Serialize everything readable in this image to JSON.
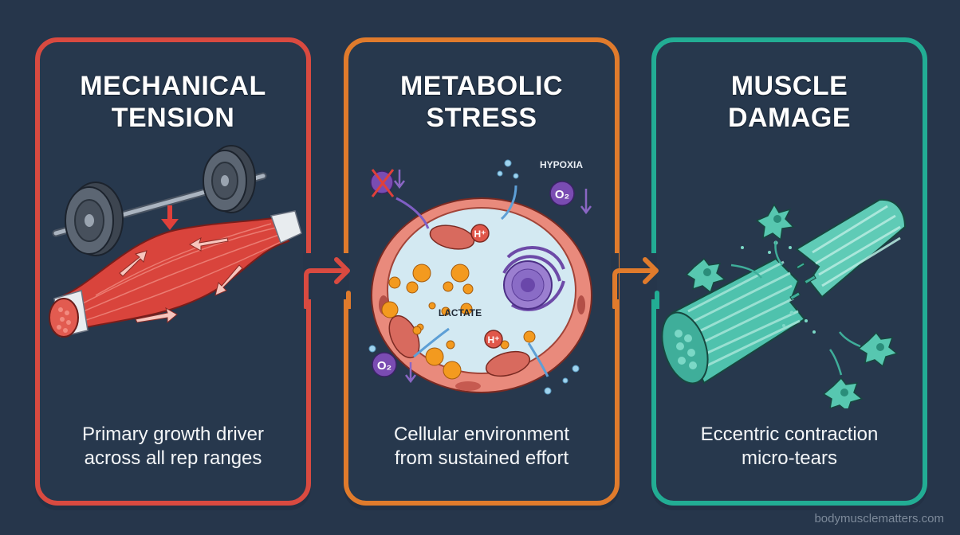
{
  "colors": {
    "background": "#26364b",
    "mechanical": "#d94a40",
    "metabolic": "#e07b2c",
    "damage": "#22ad94"
  },
  "panels": [
    {
      "id": "mechanical-tension",
      "title_line1": "MECHANICAL",
      "title_line2": "TENSION",
      "description_line1": "Primary growth driver",
      "description_line2": "across all rep ranges",
      "illustration": "barbell-over-muscle-icon"
    },
    {
      "id": "metabolic-stress",
      "title_line1": "METABOLIC",
      "title_line2": "STRESS",
      "description_line1": "Cellular environment",
      "description_line2": "from sustained effort",
      "illustration": "muscle-cell-icon",
      "labels": {
        "hypoxia": "HYPOXIA",
        "lactate": "LACTATE",
        "hydrogen_ion": "H⁺",
        "oxygen": "O₂"
      }
    },
    {
      "id": "muscle-damage",
      "title_line1": "MUSCLE",
      "title_line2": "DAMAGE",
      "description_line1": "Eccentric contraction",
      "description_line2": "micro-tears",
      "illustration": "torn-muscle-fiber-icon"
    }
  ],
  "watermark": "bodymusclematters.com"
}
